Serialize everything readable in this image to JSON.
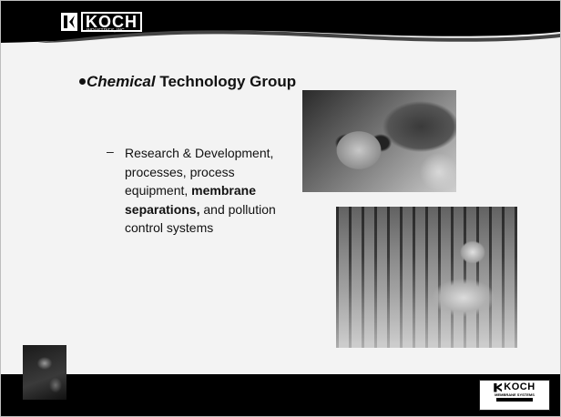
{
  "header": {
    "logo_text": "KOCH",
    "logo_sub": "INDUSTRIES, INC."
  },
  "content": {
    "bullet_title_italic": "Chemical",
    "bullet_title_rest": " Technology Group",
    "sub_line_1": "Research & Development, processes, process equipment, ",
    "sub_bold": "membrane separations,",
    "sub_line_2": " and pollution control systems"
  },
  "footer": {
    "logo_name": "KOCH",
    "logo_tag": "MEMBRANE SYSTEMS"
  },
  "colors": {
    "band": "#000000",
    "background": "#f3f3f3",
    "text": "#111111"
  }
}
